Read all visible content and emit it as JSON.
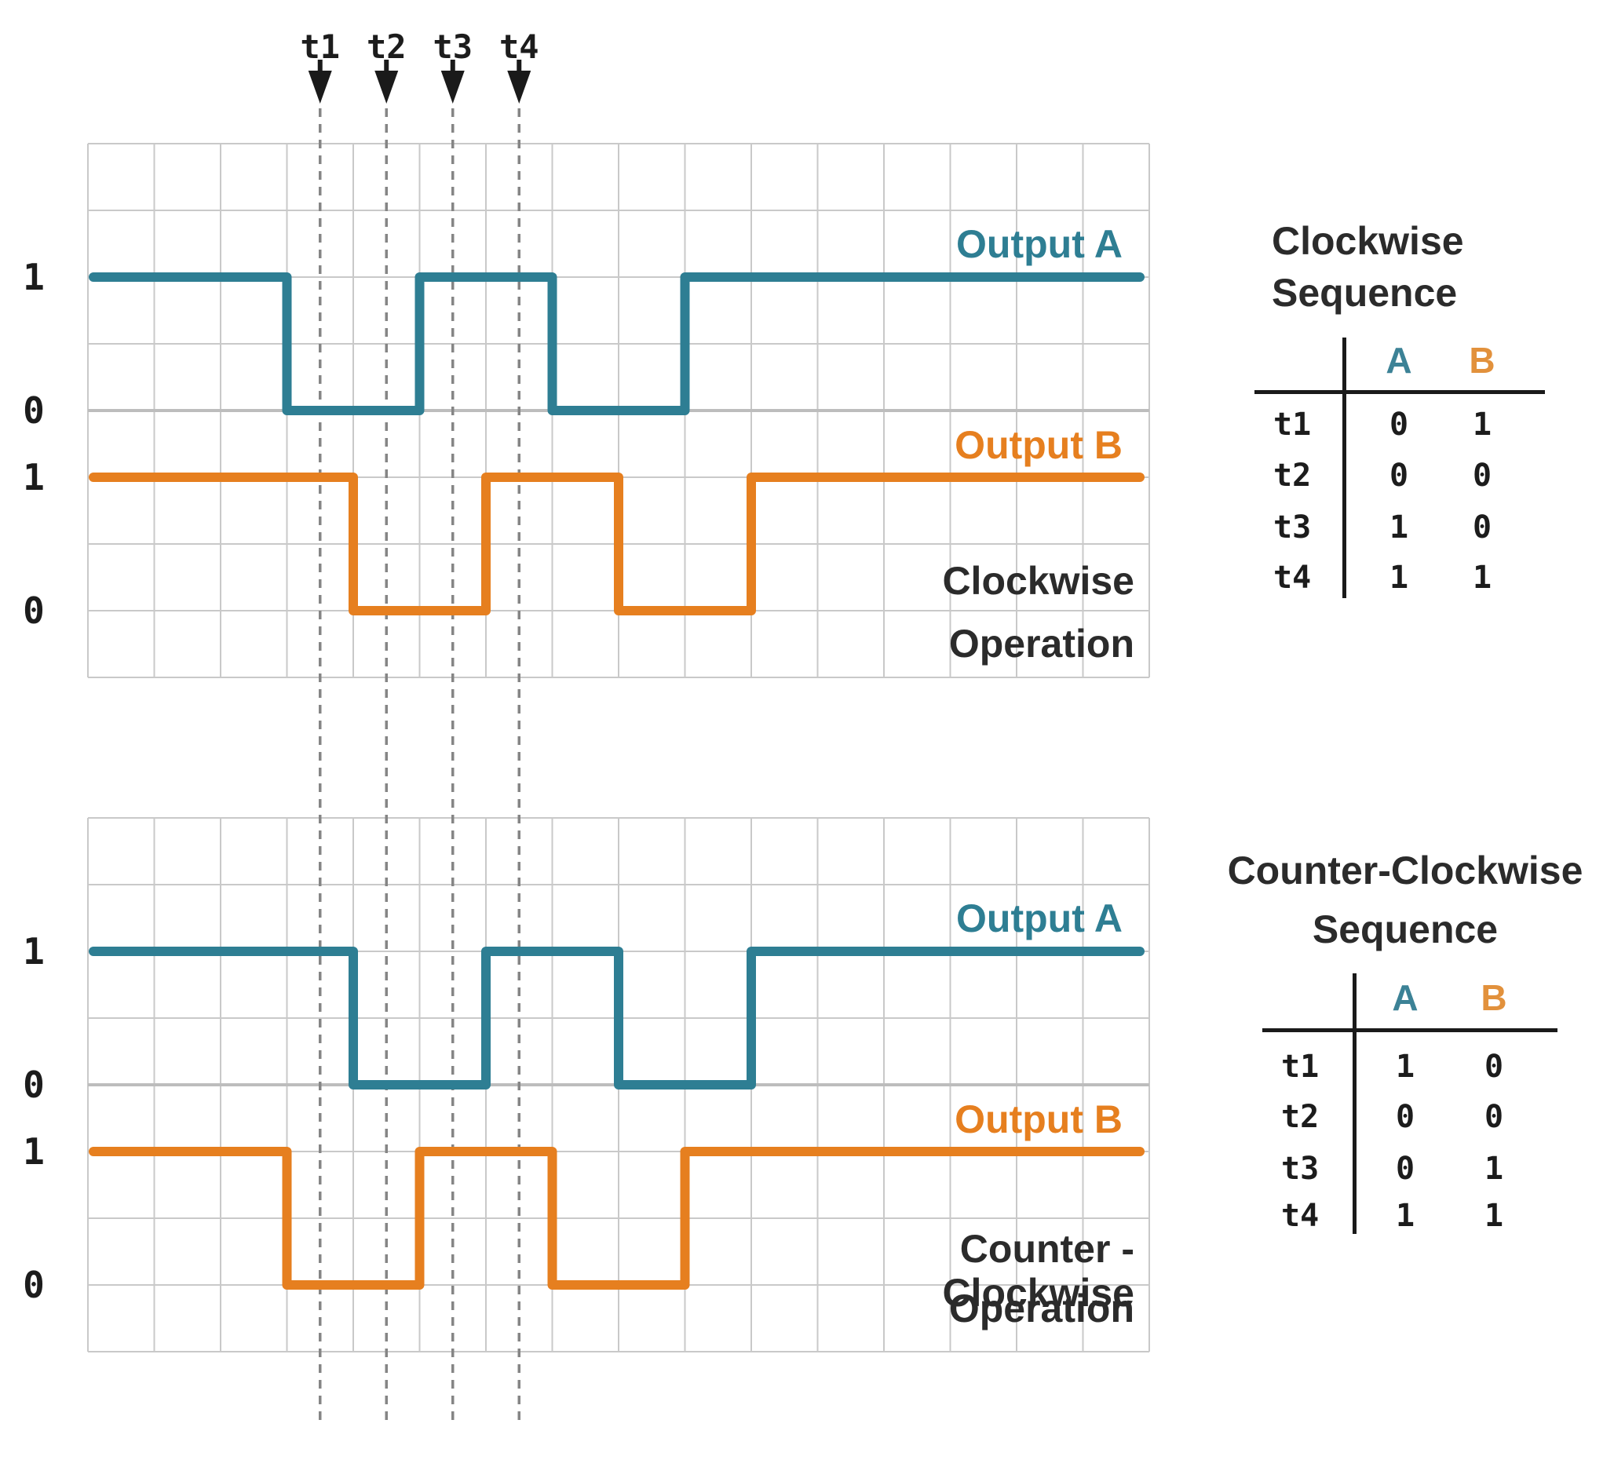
{
  "colors": {
    "teal": "#2e7e93",
    "orange": "#e67f1f",
    "table_header_a": "#3c8296",
    "table_header_b": "#e2913c",
    "text_dark": "#2b2b2b",
    "grid": "#c9c9c9",
    "grid_emphasis": "#bdbdbd",
    "dashed": "#858585",
    "arrow": "#1a1a1a"
  },
  "timeline": {
    "markers": [
      {
        "label": "t1",
        "column": 3.5
      },
      {
        "label": "t2",
        "column": 4.5
      },
      {
        "label": "t3",
        "column": 5.5
      },
      {
        "label": "t4",
        "column": 6.5
      }
    ]
  },
  "chart_data": [
    {
      "type": "line",
      "subtype": "square-wave-timing",
      "title": "Clockwise Operation",
      "annotation_line1": "Clockwise",
      "annotation_line2": "Operation",
      "x_columns": 16,
      "levels": [
        0,
        1
      ],
      "series": [
        {
          "name": "Output A",
          "color": "#2e7e93",
          "initial_level": 1,
          "toggle_columns": [
            3,
            5,
            7,
            9
          ],
          "high_label": "1",
          "low_label": "0"
        },
        {
          "name": "Output B",
          "color": "#e67f1f",
          "initial_level": 1,
          "toggle_columns": [
            4,
            6,
            8,
            10
          ],
          "high_label": "1",
          "low_label": "0"
        }
      ],
      "values_at_markers": {
        "t1": {
          "A": 0,
          "B": 1
        },
        "t2": {
          "A": 0,
          "B": 0
        },
        "t3": {
          "A": 1,
          "B": 0
        },
        "t4": {
          "A": 1,
          "B": 1
        }
      }
    },
    {
      "type": "line",
      "subtype": "square-wave-timing",
      "title": "Counter-Clockwise Operation",
      "annotation_line1": "Counter -Clockwise",
      "annotation_line2": "Operation",
      "x_columns": 16,
      "levels": [
        0,
        1
      ],
      "series": [
        {
          "name": "Output A",
          "color": "#2e7e93",
          "initial_level": 1,
          "toggle_columns": [
            4,
            6,
            8,
            10
          ],
          "high_label": "1",
          "low_label": "0"
        },
        {
          "name": "Output B",
          "color": "#e67f1f",
          "initial_level": 1,
          "toggle_columns": [
            3,
            5,
            7,
            9
          ],
          "high_label": "1",
          "low_label": "0"
        }
      ],
      "values_at_markers": {
        "t1": {
          "A": 1,
          "B": 0
        },
        "t2": {
          "A": 0,
          "B": 0
        },
        "t3": {
          "A": 0,
          "B": 1
        },
        "t4": {
          "A": 1,
          "B": 1
        }
      }
    }
  ],
  "tables": {
    "cw": {
      "title_line1": "Clockwise",
      "title_line2": "Sequence",
      "col_a": "A",
      "col_b": "B",
      "rows": [
        {
          "t": "t1",
          "a": "0",
          "b": "1"
        },
        {
          "t": "t2",
          "a": "0",
          "b": "0"
        },
        {
          "t": "t3",
          "a": "1",
          "b": "0"
        },
        {
          "t": "t4",
          "a": "1",
          "b": "1"
        }
      ]
    },
    "ccw": {
      "title_line1": "Counter-Clockwise",
      "title_line2": "Sequence",
      "col_a": "A",
      "col_b": "B",
      "rows": [
        {
          "t": "t1",
          "a": "1",
          "b": "0"
        },
        {
          "t": "t2",
          "a": "0",
          "b": "0"
        },
        {
          "t": "t3",
          "a": "0",
          "b": "1"
        },
        {
          "t": "t4",
          "a": "1",
          "b": "1"
        }
      ]
    }
  }
}
